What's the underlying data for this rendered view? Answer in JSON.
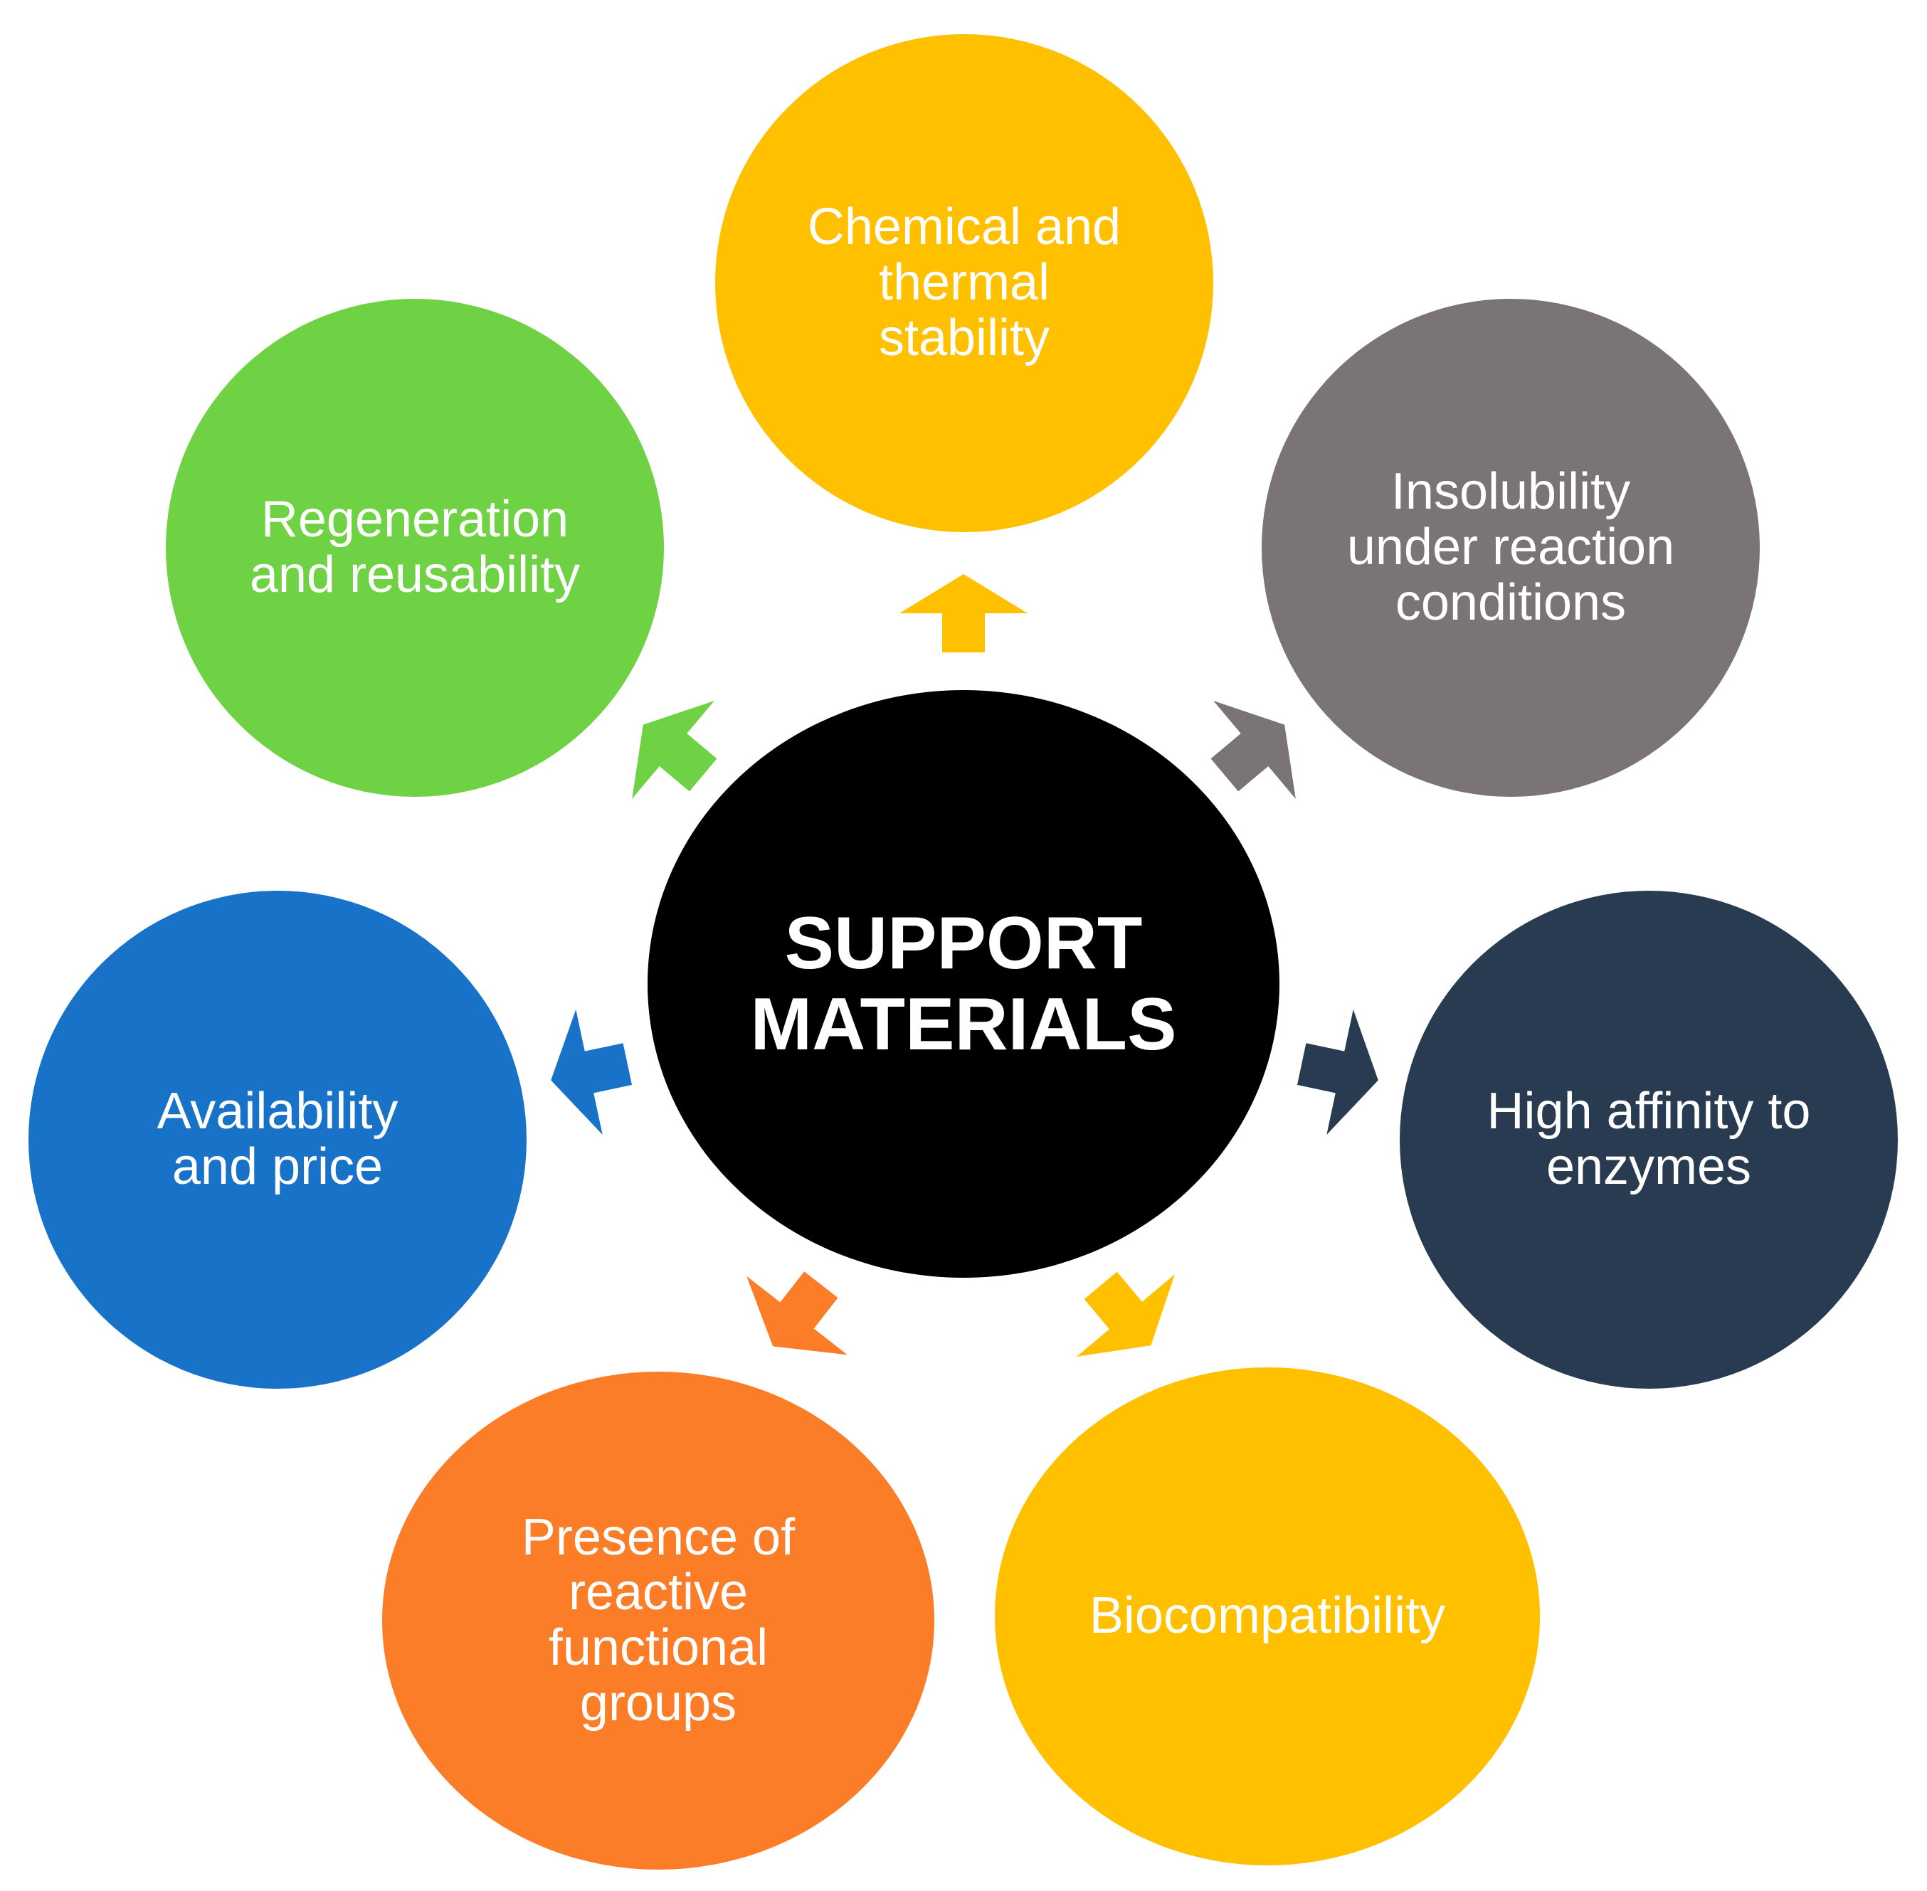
{
  "center": {
    "label": "SUPPORT\nMATERIALS",
    "color": "#000000"
  },
  "nodes": {
    "top": {
      "label": "Chemical and\nthermal\nstability",
      "color": "#FFC000"
    },
    "upper_right": {
      "label": "Insolubility\nunder reaction\nconditions",
      "color": "#7A7574"
    },
    "right": {
      "label": "High affinity to\nenzymes",
      "color": "#283B50"
    },
    "bottom_right": {
      "label": "Biocompatibility",
      "color": "#FFC000"
    },
    "bottom_left": {
      "label": "Presence of\nreactive\nfunctional\ngroups",
      "color": "#FC7D28"
    },
    "left": {
      "label": "Availability\nand price",
      "color": "#1872C8"
    },
    "upper_left": {
      "label": "Regeneration\nand reusability",
      "color": "#6FD144"
    }
  },
  "arrows": [
    {
      "target": "top",
      "color": "#FFC000",
      "icon": "arrow-icon"
    },
    {
      "target": "upper_right",
      "color": "#7A7574",
      "icon": "arrow-icon"
    },
    {
      "target": "right",
      "color": "#283B50",
      "icon": "arrow-icon"
    },
    {
      "target": "bottom_right",
      "color": "#FFC000",
      "icon": "arrow-icon"
    },
    {
      "target": "bottom_left",
      "color": "#FC7D28",
      "icon": "arrow-icon"
    },
    {
      "target": "left",
      "color": "#1872C8",
      "icon": "arrow-icon"
    },
    {
      "target": "upper_left",
      "color": "#6FD144",
      "icon": "arrow-icon"
    }
  ]
}
